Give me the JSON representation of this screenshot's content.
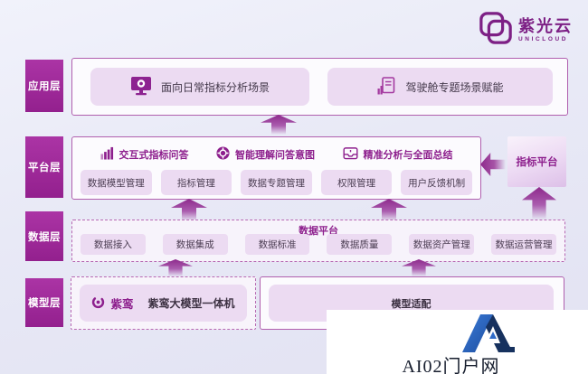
{
  "logo": {
    "title": "紫光云",
    "subtitle": "UNICLOUD"
  },
  "app_layer": {
    "label": "应用层",
    "cards": [
      {
        "icon": "monitor-gear-icon",
        "text": "面向日常指标分析场景"
      },
      {
        "icon": "dashboard-doc-icon",
        "text": "驾驶舱专题场景赋能"
      }
    ]
  },
  "platform_layer": {
    "label": "平台层",
    "features": [
      {
        "icon": "bar-chart-icon",
        "text": "交互式指标问答"
      },
      {
        "icon": "gear-circle-icon",
        "text": "智能理解问答意图"
      },
      {
        "icon": "inbox-icon",
        "text": "精准分析与全面总结"
      }
    ],
    "modules": [
      "数据模型管理",
      "指标管理",
      "数据专题管理",
      "权限管理",
      "用户反馈机制"
    ]
  },
  "indicator_panel": {
    "label": "指标平台"
  },
  "data_layer": {
    "label": "数据层",
    "title": "数据平台",
    "modules": [
      "数据接入",
      "数据集成",
      "数据标准",
      "数据质量",
      "数据资产管理",
      "数据运营管理"
    ]
  },
  "model_layer": {
    "label": "模型层",
    "brand": "紫鸾",
    "left_text": "紫鸾大模型一体机",
    "right_text": "模型适配"
  },
  "watermark": {
    "text": "AI02门户网"
  },
  "colors": {
    "accent": "#8d1f8d",
    "layer_label": "#9c2b9c",
    "card_bg": "#ecdbf2",
    "frame_border": "#b05fae"
  }
}
